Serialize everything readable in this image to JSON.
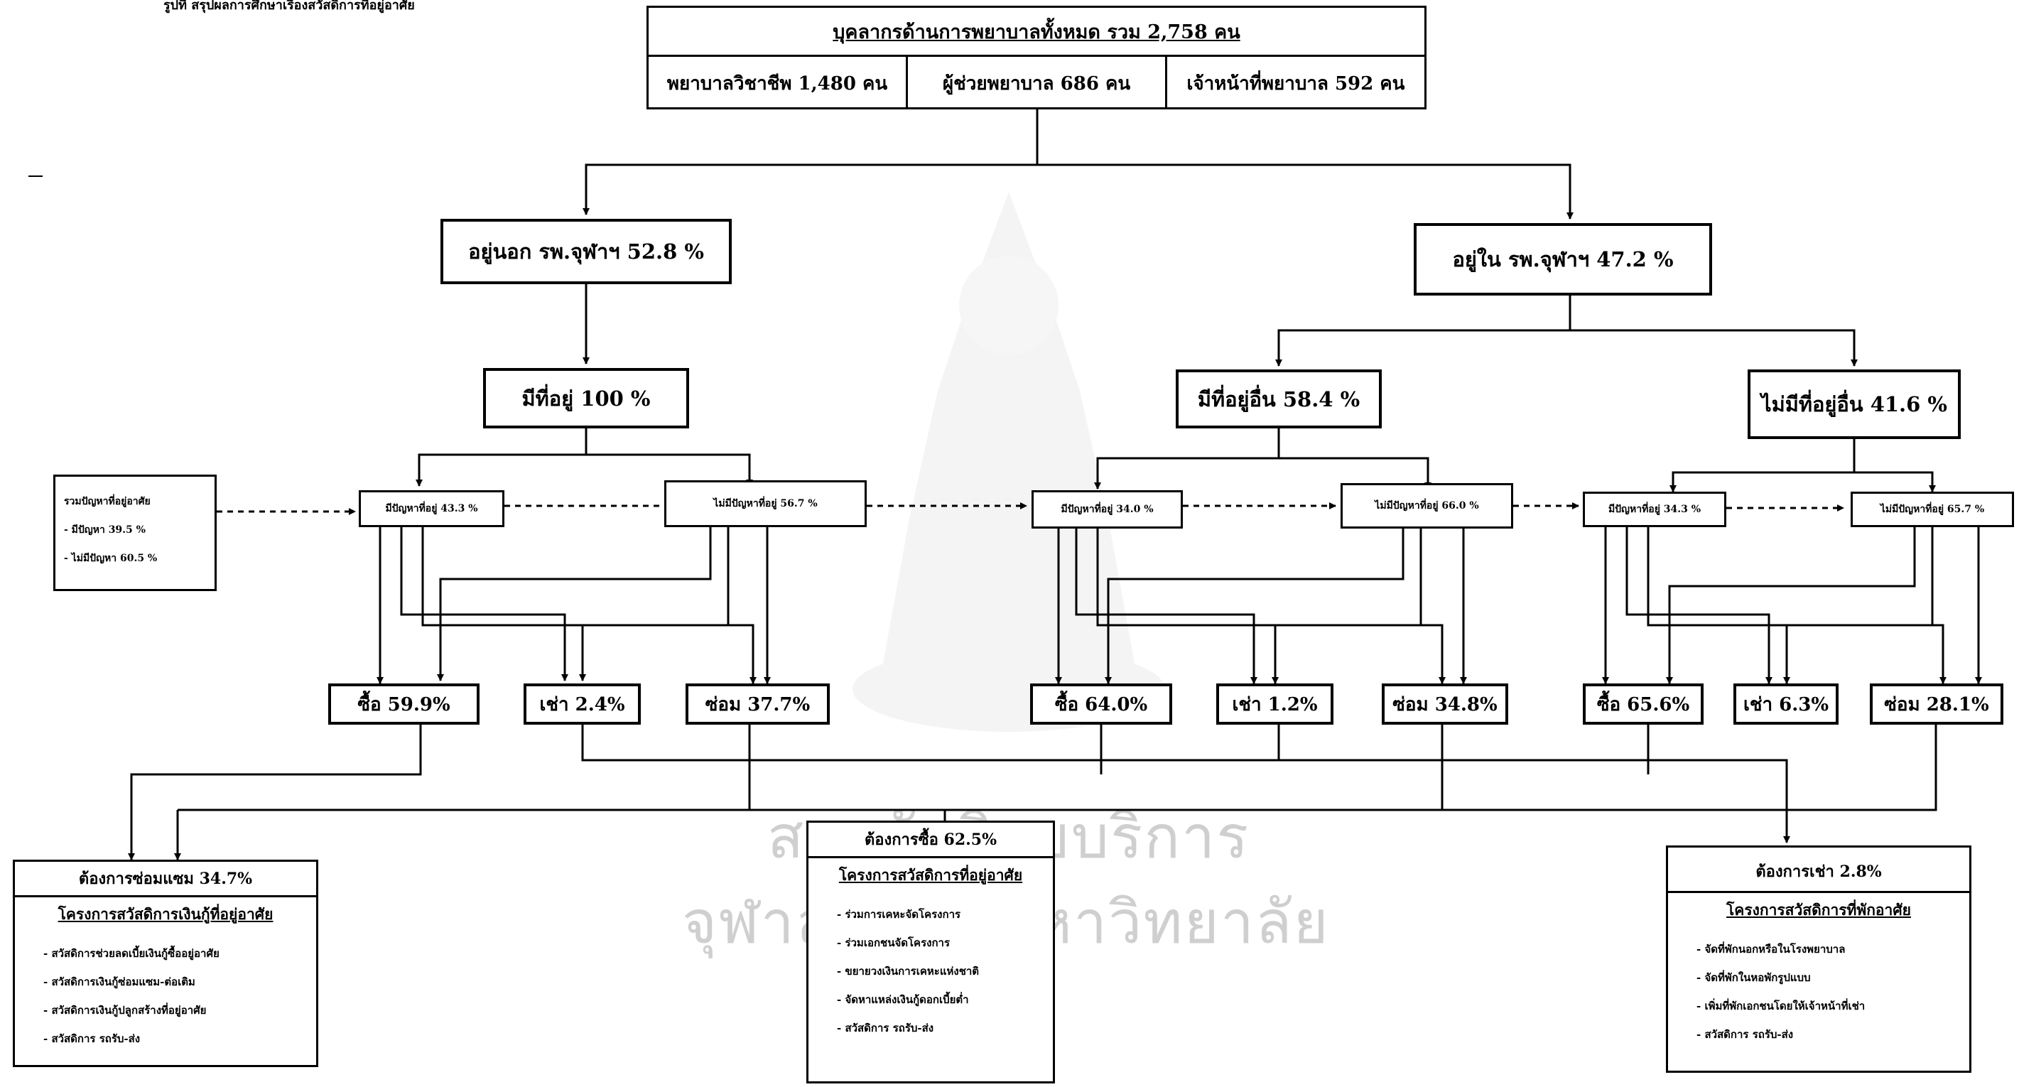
{
  "top_caption": "รูปที่ สรุปผลการศึกษาเรื่องสวัสดิการที่อยู่อาศัย",
  "root": {
    "title": "บุคลากรด้านการพยาบาลทั้งหมด  รวม  2,758 คน",
    "cells": [
      "พยาบาลวิชาชีพ 1,480 คน",
      "ผู้ช่วยพยาบาล 686 คน",
      "เจ้าหน้าที่พยาบาล 592 คน"
    ]
  },
  "level1": {
    "outside": "อยู่นอก รพ.จุฬาฯ  52.8 %",
    "inside": "อยู่ใน รพ.จุฬาฯ 47.2 %"
  },
  "level2": {
    "a": "มีที่อยู่ 100 %",
    "b": "มีที่อยู่อื่น 58.4 %",
    "c": "ไม่มีที่อยู่อื่น 41.6 %"
  },
  "legend": {
    "title": "รวมปัญหาที่อยู่อาศัย",
    "line1": "- มีปัญหา     39.5 %",
    "line2": "- ไม่มีปัญหา 60.5 %"
  },
  "level3": [
    "มีปัญหาที่อยู่ 43.3 %",
    "ไม่มีปัญหาที่อยู่ 56.7 %",
    "มีปัญหาที่อยู่ 34.0 %",
    "ไม่มีปัญหาที่อยู่ 66.0 %",
    "มีปัญหาที่อยู่ 34.3 %",
    "ไม่มีปัญหาที่อยู่ 65.7 %"
  ],
  "level4": [
    "ซื้อ 59.9%",
    "เช่า 2.4%",
    "ซ่อม 37.7%",
    "ซื้อ 64.0%",
    "เช่า 1.2%",
    "ซ่อม 34.8%",
    "ซื้อ 65.6%",
    "เช่า 6.3%",
    "ซ่อม 28.1%"
  ],
  "cards": {
    "repair": {
      "head": "ต้องการซ่อมแซม 34.7%",
      "sub": "โครงการสวัสดิการเงินกู้ที่อยู่อาศัย",
      "items": [
        "สวัสดิการช่วยลดเบี้ยเงินกู้ซื้ออยู่อาศัย",
        "สวัสดิการเงินกู้ซ่อมแซม-ต่อเติม",
        "สวัสดิการเงินกู้ปลูกสร้างที่อยู่อาศัย",
        "สวัสดิการ รถรับ-ส่ง"
      ]
    },
    "buy": {
      "head": "ต้องการซื้อ 62.5%",
      "sub": "โครงการสวัสดิการที่อยู่อาศัย",
      "items": [
        "ร่วมการเคหะจัดโครงการ",
        "ร่วมเอกชนจัดโครงการ",
        "ขยายวงเงินการเคหะแห่งชาติ",
        "จัดหาแหล่งเงินกู้ดอกเบี้ยต่ำ",
        "สวัสดิการ รถรับ-ส่ง"
      ]
    },
    "rent": {
      "head": "ต้องการเช่า 2.8%",
      "sub": "โครงการสวัสดิการที่พักอาศัย",
      "items": [
        "จัดที่พักนอกหรือในโรงพยาบาล",
        "จัดที่พักในหอพักรูปแบบ",
        "เพิ่มที่พักเอกชนโดยให้เจ้าหน้าที่เช่า",
        "สวัสดิการ รถรับ-ส่ง"
      ]
    }
  },
  "watermark": {
    "line1": "สถาบันวิทยบริการ",
    "line2": "จุฬาลงกรณ์มหาวิทยาลัย"
  }
}
